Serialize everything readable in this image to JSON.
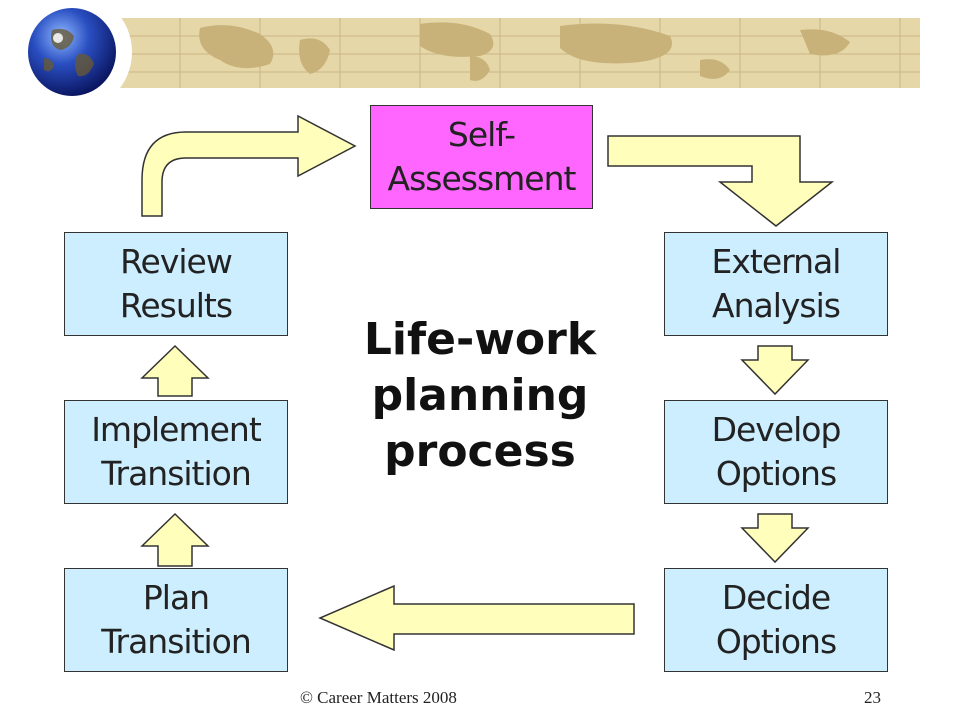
{
  "diagram": {
    "title": "Life-work\nplanning\nprocess",
    "steps": {
      "self_assessment": "Self-\nAssessment",
      "external_analysis": "External\nAnalysis",
      "develop_options": "Develop\nOptions",
      "decide_options": "Decide\nOptions",
      "plan_transition": "Plan\nTransition",
      "implement_transition": "Implement\nTransition",
      "review_results": "Review\nResults"
    }
  },
  "footer": {
    "copyright": "© Career Matters 2008",
    "page_number": "23"
  },
  "colors": {
    "step_fill": "#cceeff",
    "highlight_fill": "#ff66ff",
    "arrow_fill": "#ffffbb",
    "banner_fill": "#e6d7a8"
  }
}
